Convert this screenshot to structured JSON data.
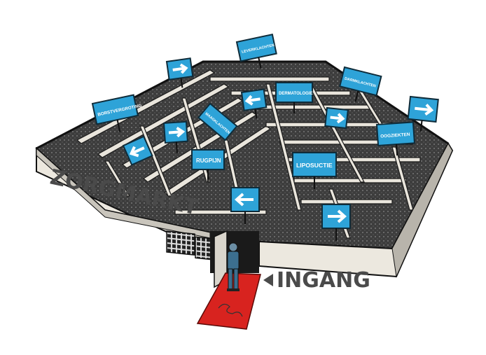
{
  "illustration": {
    "wall_left_text": "ZORGMARKT",
    "entrance_text": "INGANG",
    "signs": {
      "borstvergroting": "BORSTVERGROTING",
      "leverklachten": "LEVERKLACHTEN",
      "dermatologie": "DERMATOLOGIE",
      "darmklachten": "DARMKLACHTEN",
      "maagklachten": "MAAGKLACHTEN",
      "oogziekten": "OOGZIEKTEN",
      "rugpijn": "RUGPIJN",
      "liposuctie": "LIPOSUCTIE"
    }
  },
  "colors": {
    "sign_blue": "#2ea3d8",
    "sign_border": "#0f2c3a",
    "wall_light": "#ece8df",
    "wall_shade": "#b8b4ab",
    "floor_dark": "#3b3b3b",
    "carpet_red": "#d8231f",
    "person_blue": "#3c6f8f"
  },
  "icons": [
    "arrow-right-icon",
    "arrow-left-icon",
    "arrow-left-triangle-icon"
  ]
}
